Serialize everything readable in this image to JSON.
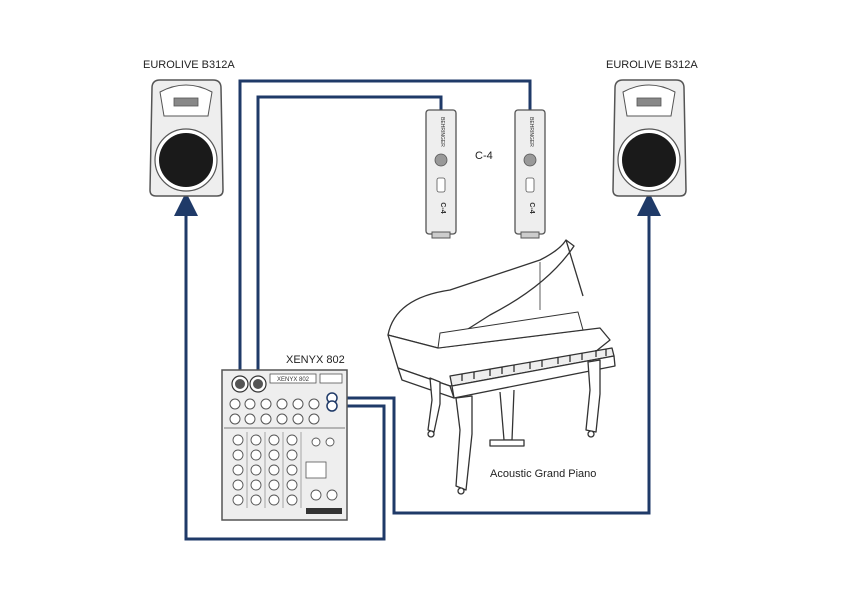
{
  "labels": {
    "speaker_left": "EUROLIVE B312A",
    "speaker_right": "EUROLIVE B312A",
    "mic_model": "C-4",
    "mixer": "XENYX 802",
    "piano": "Acoustic Grand Piano",
    "mic_brand": "BEHRINGER",
    "mic_face": "C-4",
    "mixer_face": "XENYX 802"
  },
  "colors": {
    "cable": "#1f3a68",
    "outline": "#555555",
    "device_fill": "#eeeeee",
    "woofer": "#1a1a1a"
  }
}
